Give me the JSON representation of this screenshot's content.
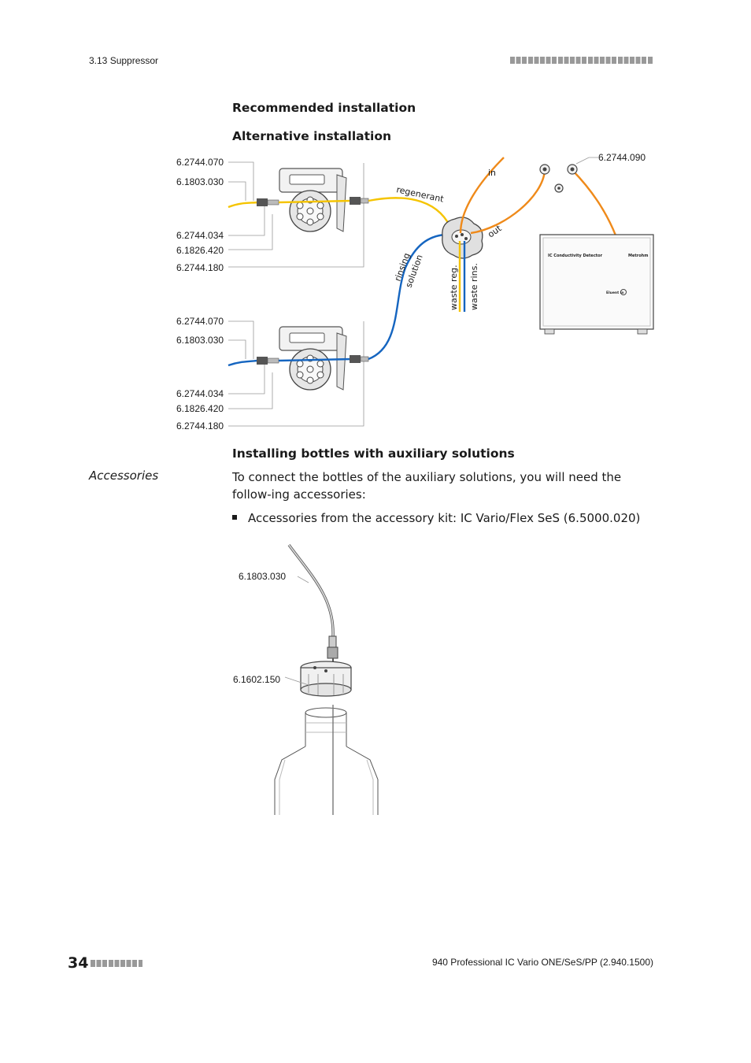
{
  "header": {
    "section": "3.13 Suppressor"
  },
  "headings": {
    "recommended": "Recommended installation",
    "alternative": "Alternative installation",
    "installing_bottles": "Installing bottles with auxiliary solutions"
  },
  "diagram": {
    "pump1_labels": [
      "6.2744.070",
      "6.1803.030",
      "6.2744.034",
      "6.1826.420",
      "6.2744.180"
    ],
    "pump2_labels": [
      "6.2744.070",
      "6.1803.030",
      "6.2744.034",
      "6.1826.420",
      "6.2744.180"
    ],
    "detector_part": "6.2744.090",
    "tube_regenerant": "regenerant",
    "tube_rinsing_1": "rinsing",
    "tube_rinsing_2": "solution",
    "tube_waste_reg": "waste reg.",
    "tube_waste_rins": "waste rins.",
    "port_in": "in",
    "port_out": "out",
    "detector_name": "IC Conductivity Detector",
    "detector_brand": "Metrohm",
    "detector_port": "Eluent in",
    "colors": {
      "yellow": "#f5c400",
      "blue": "#1565c0",
      "orange": "#ef8a1a"
    }
  },
  "accessories": {
    "margin_label": "Accessories",
    "intro": "To connect the bottles of the auxiliary solutions, you will need the follow-ing accessories:",
    "bullet": "Accessories from the accessory kit: IC Vario/Flex SeS (6.5000.020)"
  },
  "bottle": {
    "capillary": "6.1803.030",
    "cap": "6.1602.150"
  },
  "footer": {
    "page": "34",
    "title": "940 Professional IC Vario ONE/SeS/PP (2.940.1500)"
  }
}
